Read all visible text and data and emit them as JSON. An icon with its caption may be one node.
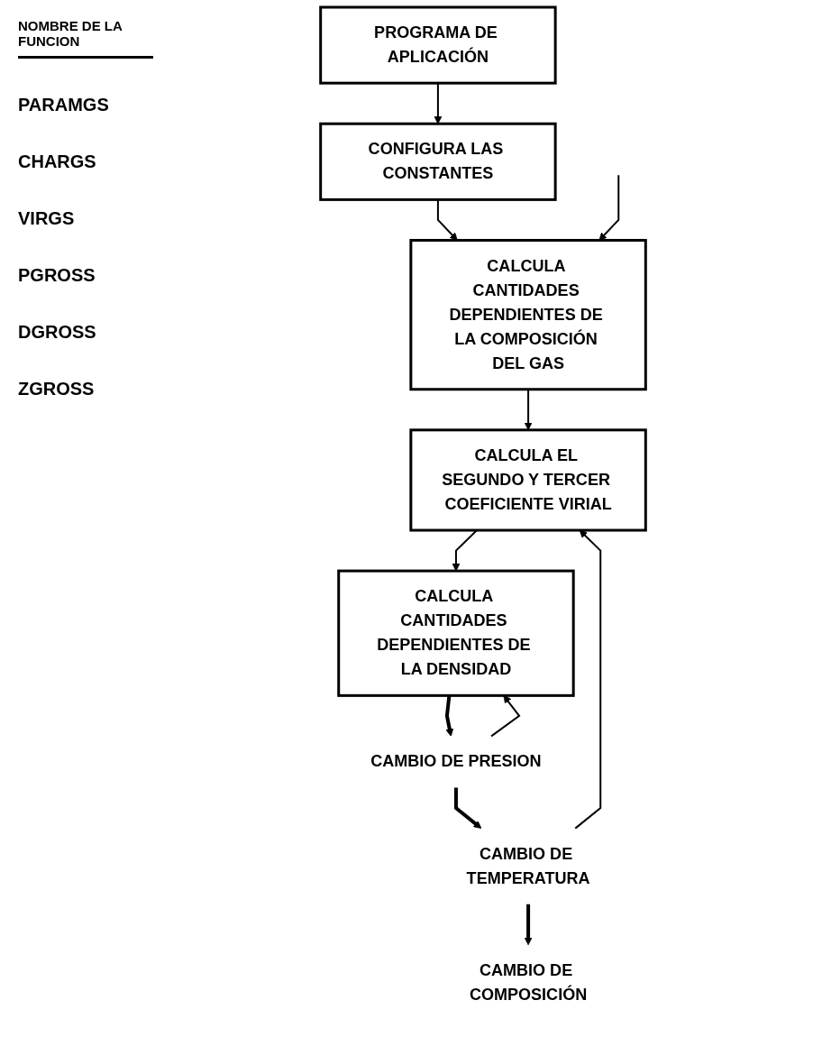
{
  "diagram": {
    "nodes": [
      {
        "text": [
          "PROGRAMA DE APLICACIÓN"
        ]
      },
      {
        "text": [
          "CONFIGURA LAS CONSTANTES"
        ]
      },
      {
        "text": [
          "CALCULA CANTIDADES DEPENDIENTES DE LA COMPOSICIÓN DEL GAS"
        ]
      },
      {
        "text": [
          "CALCULA EL SEGUNDO Y TERCER COEFICIENTE VIRIAL"
        ]
      },
      {
        "text": [
          "CALCULA CANTIDADES DEPENDIENTES DE LA DENSIDAD"
        ]
      },
      {
        "text": [
          "CAMBIO DE PRESION"
        ]
      },
      {
        "text": [
          "CAMBIO DE TEMPERATURA"
        ]
      },
      {
        "text": [
          "CAMBIO DE COMPOSICIÓN"
        ]
      }
    ],
    "edges": [
      {
        "from": 0,
        "to": 1,
        "arrow": "to"
      },
      {
        "from": 1,
        "to": 2,
        "arrow": "to"
      },
      {
        "from": 2,
        "to": 3,
        "arrow": "to"
      },
      {
        "from": 3,
        "to": 4,
        "arrow": "to"
      },
      {
        "from": 4,
        "to": 5,
        "arrow": "to",
        "style": "thick"
      },
      {
        "from": 5,
        "to": 4,
        "arrow": "to"
      },
      {
        "from": 5,
        "to": 6,
        "arrow": "to",
        "style": "thick"
      },
      {
        "from": 6,
        "to": 3,
        "arrow": "to"
      },
      {
        "from": 6,
        "to": 7,
        "arrow": "to",
        "style": "thick"
      },
      {
        "from": null,
        "to": 2,
        "arrow": "to"
      }
    ],
    "labels": [
      "NOMBRE DE LA FUNCION",
      "PARAMGS",
      "CHARGS",
      "VIRGS",
      "PGROSS",
      "DGROSS",
      "ZGROSS"
    ]
  }
}
